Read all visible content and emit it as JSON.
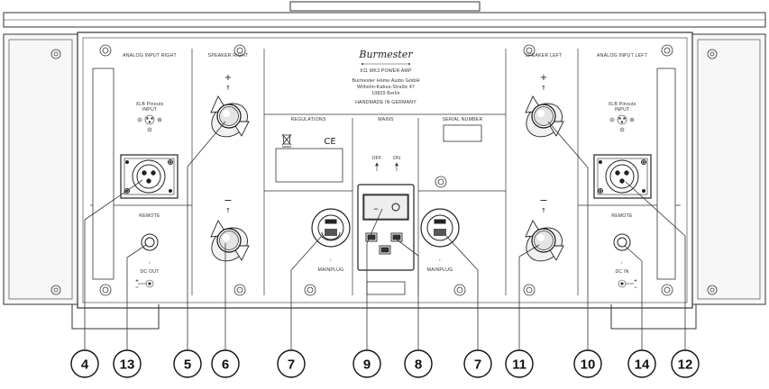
{
  "labels": {
    "analog_input_right": "ANALOG INPUT RIGHT",
    "speaker_right": "SPEAKER RIGHT",
    "speaker_left": "SPEAKER LEFT",
    "analog_input_left": "ANALOG INPUT LEFT",
    "xlb_line1": "XLB Pinouts",
    "xlb_line2": "INPUT",
    "remote": "REMOTE",
    "dc_out": "DC OUT",
    "dc_in": "DC IN",
    "regulations": "REGULATIONS",
    "mains": "MAINS",
    "serial_number": "SERIAL NUMBER",
    "off": "OFF",
    "on": "ON",
    "mainplug_left": "MAINPLUG",
    "mainplug_right": "MAINPLUG",
    "ce_mark": "CE"
  },
  "brand": {
    "logo": "Burmester",
    "model": "911 MK3 POWER AMP",
    "company": "Burmester Home Audio GmbH",
    "street": "Wilhelm-Kabus-Straße 47",
    "city": "10829 Berlin",
    "handmade": "HANDMADE IN GERMANY"
  },
  "terminal_signs": {
    "plus": "+",
    "minus": "−"
  },
  "callouts": [
    "4",
    "13",
    "5",
    "6",
    "7",
    "9",
    "8",
    "7",
    "11",
    "10",
    "14",
    "12"
  ]
}
